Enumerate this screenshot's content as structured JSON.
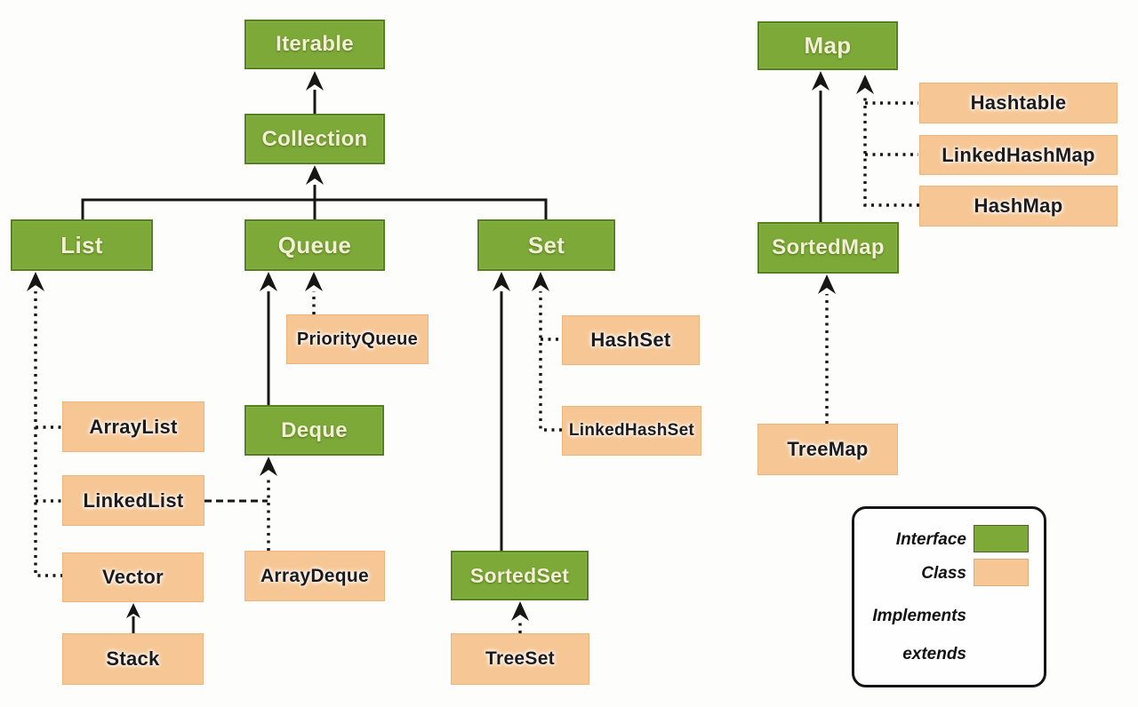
{
  "colors": {
    "background": "#fdfdfb",
    "line": "#161616",
    "interface_fill": "#7CA938",
    "interface_border": "#55801E",
    "interface_text": "#F2EFD5",
    "class_fill": "#F6C795",
    "class_border": "#EBB57C",
    "class_text": "#1D1A1B"
  },
  "nodes": {
    "iterable": {
      "label": "Iterable",
      "type": "interface"
    },
    "collection": {
      "label": "Collection",
      "type": "interface"
    },
    "list": {
      "label": "List",
      "type": "interface"
    },
    "queue": {
      "label": "Queue",
      "type": "interface"
    },
    "set": {
      "label": "Set",
      "type": "interface"
    },
    "map": {
      "label": "Map",
      "type": "interface"
    },
    "deque": {
      "label": "Deque",
      "type": "interface"
    },
    "sortedset": {
      "label": "SortedSet",
      "type": "interface"
    },
    "sortedmap": {
      "label": "SortedMap",
      "type": "interface"
    },
    "priorityqueue": {
      "label": "PriorityQueue",
      "type": "class"
    },
    "arraylist": {
      "label": "ArrayList",
      "type": "class"
    },
    "linkedlist": {
      "label": "LinkedList",
      "type": "class"
    },
    "vector": {
      "label": "Vector",
      "type": "class"
    },
    "stack": {
      "label": "Stack",
      "type": "class"
    },
    "arraydeque": {
      "label": "ArrayDeque",
      "type": "class"
    },
    "hashset": {
      "label": "HashSet",
      "type": "class"
    },
    "linkedhashset": {
      "label": "LinkedHashSet",
      "type": "class"
    },
    "treeset": {
      "label": "TreeSet",
      "type": "class"
    },
    "hashtable": {
      "label": "Hashtable",
      "type": "class"
    },
    "linkedhashmap": {
      "label": "LinkedHashMap",
      "type": "class"
    },
    "hashmap": {
      "label": "HashMap",
      "type": "class"
    },
    "treemap": {
      "label": "TreeMap",
      "type": "class"
    }
  },
  "edges": [
    {
      "from": "Collection",
      "to": "Iterable",
      "relation": "extends"
    },
    {
      "from": "List",
      "to": "Collection",
      "relation": "extends"
    },
    {
      "from": "Queue",
      "to": "Collection",
      "relation": "extends"
    },
    {
      "from": "Set",
      "to": "Collection",
      "relation": "extends"
    },
    {
      "from": "Deque",
      "to": "Queue",
      "relation": "extends"
    },
    {
      "from": "SortedSet",
      "to": "Set",
      "relation": "extends"
    },
    {
      "from": "SortedMap",
      "to": "Map",
      "relation": "extends"
    },
    {
      "from": "Stack",
      "to": "Vector",
      "relation": "extends"
    },
    {
      "from": "PriorityQueue",
      "to": "Queue",
      "relation": "implements"
    },
    {
      "from": "ArrayList",
      "to": "List",
      "relation": "implements"
    },
    {
      "from": "LinkedList",
      "to": "List",
      "relation": "implements"
    },
    {
      "from": "Vector",
      "to": "List",
      "relation": "implements"
    },
    {
      "from": "LinkedList",
      "to": "Deque",
      "relation": "implements"
    },
    {
      "from": "ArrayDeque",
      "to": "Deque",
      "relation": "implements"
    },
    {
      "from": "HashSet",
      "to": "Set",
      "relation": "implements"
    },
    {
      "from": "LinkedHashSet",
      "to": "Set",
      "relation": "implements"
    },
    {
      "from": "TreeSet",
      "to": "SortedSet",
      "relation": "implements"
    },
    {
      "from": "Hashtable",
      "to": "Map",
      "relation": "implements"
    },
    {
      "from": "LinkedHashMap",
      "to": "Map",
      "relation": "implements"
    },
    {
      "from": "HashMap",
      "to": "Map",
      "relation": "implements"
    },
    {
      "from": "TreeMap",
      "to": "SortedMap",
      "relation": "implements"
    }
  ],
  "legend": {
    "interface_label": "Interface",
    "class_label": "Class",
    "implements_label": "Implements",
    "extends_label": "extends"
  }
}
